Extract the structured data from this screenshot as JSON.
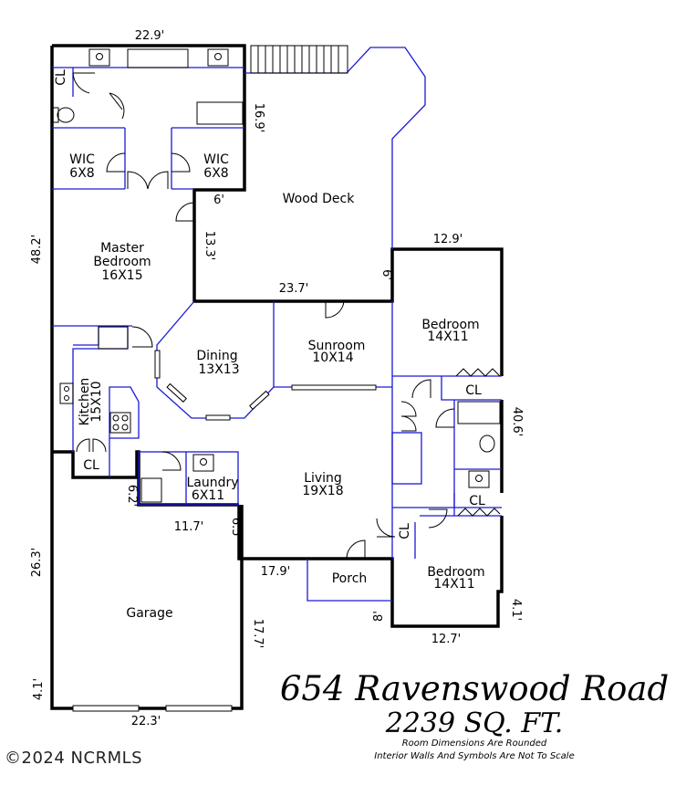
{
  "rooms": {
    "wic_left": "WIC",
    "wic_left_size": "6X8",
    "wic_right": "WIC",
    "wic_right_size": "6X8",
    "cl_master": "CL",
    "wood_deck": "Wood Deck",
    "master_1": "Master",
    "master_2": "Bedroom",
    "master_size": "16X15",
    "dining": "Dining",
    "dining_size": "13X13",
    "sunroom": "Sunroom",
    "sunroom_size": "10X14",
    "bedroom1": "Bedroom",
    "bedroom1_size": "14X11",
    "cl_bed1": "CL",
    "kitchen": "Kitchen",
    "kitchen_size": "15X10",
    "cl_kitchen": "CL",
    "laundry": "Laundry",
    "laundry_size": "6X11",
    "living": "Living",
    "living_size": "19X18",
    "cl_hall": "CL",
    "cl_bed2": "CL",
    "porch": "Porch",
    "bedroom2": "Bedroom",
    "bedroom2_size": "14X11",
    "garage": "Garage"
  },
  "dims": {
    "top_width": "22.9'",
    "master_wing_depth": "16.9'",
    "deck_offset": "6'",
    "deck_depth": "13.3'",
    "left_length": "48.2'",
    "right_bed_width": "12.9'",
    "deck_step": "6'",
    "deck_width": "23.7'",
    "right_length": "40.6'",
    "laundry_depth": "6.2'",
    "garage_step_width": "11.7'",
    "garage_step_depth": "6.5'",
    "porch_width": "17.9'",
    "garage_depth": "26.3'",
    "porch_depth": "8'",
    "bed2_offset": "4.1'",
    "bed2_width": "12.7'",
    "garage_right": "17.7'",
    "garage_corner": "4.1'",
    "garage_width": "22.3'"
  },
  "footer": {
    "address": "654 Ravenswood Road",
    "sqft": "2239 SQ. FT.",
    "note1": "Room Dimensions Are Rounded",
    "note2": "Interior Walls And Symbols Are Not To Scale",
    "copyright": "©2024 NCRMLS"
  },
  "colors": {
    "wall": "#000000",
    "interior": "#1a1ad6",
    "background": "#ffffff"
  }
}
